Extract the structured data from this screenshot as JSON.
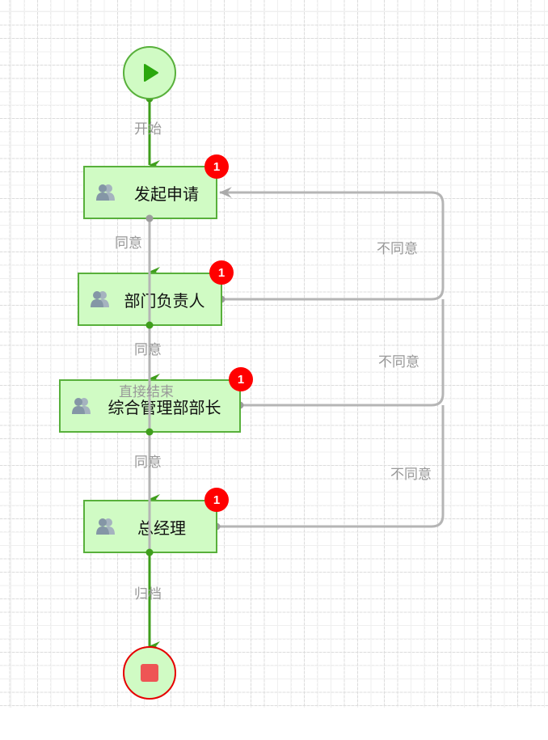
{
  "diagram": {
    "type": "workflow",
    "colors": {
      "node_fill": "#d0fbc4",
      "node_border": "#58b03b",
      "main_flow": "#3f9e1c",
      "reject_flow": "#b5b5b5",
      "badge": "#ff0000",
      "end_border": "#e60000",
      "end_stop": "#ee5555",
      "start_play": "#2aa70d",
      "label": "#999999"
    },
    "start": {
      "name": "start",
      "icon": "play-icon"
    },
    "end": {
      "name": "end",
      "icon": "stop-icon"
    },
    "nodes": [
      {
        "id": "apply",
        "label": "发起申请",
        "icon": "users-icon",
        "badge": "1"
      },
      {
        "id": "dept_head",
        "label": "部门负责人",
        "icon": "users-icon",
        "badge": "1"
      },
      {
        "id": "admin_head",
        "label": "综合管理部部长",
        "icon": "users-icon",
        "badge": "1"
      },
      {
        "id": "gm",
        "label": "总经理",
        "icon": "users-icon",
        "badge": "1"
      }
    ],
    "edges": [
      {
        "from": "start",
        "to": "apply",
        "label": "开始"
      },
      {
        "from": "apply",
        "to": "dept_head",
        "label": "同意"
      },
      {
        "from": "dept_head",
        "to": "admin_head",
        "label": "同意"
      },
      {
        "from": "admin_head",
        "to": "gm",
        "label": "同意"
      },
      {
        "from": "gm",
        "to": "end",
        "label": "归档"
      },
      {
        "from": "apply",
        "to": "end",
        "label": "直接结束"
      },
      {
        "from": "dept_head",
        "to": "apply",
        "label": "不同意"
      },
      {
        "from": "admin_head",
        "to": "apply",
        "label": "不同意"
      },
      {
        "from": "gm",
        "to": "apply",
        "label": "不同意"
      }
    ]
  }
}
